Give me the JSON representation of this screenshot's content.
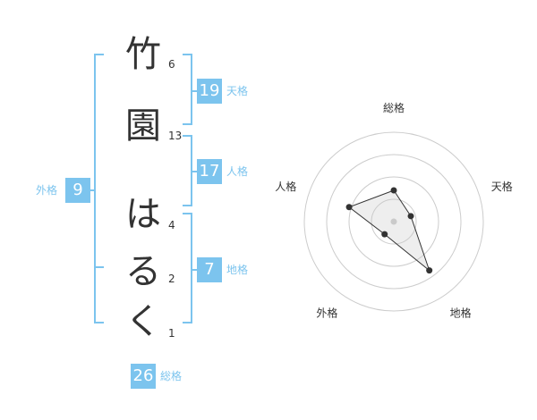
{
  "name": {
    "characters": [
      "竹",
      "園",
      "は",
      "る",
      "く"
    ],
    "strokes": [
      "6",
      "13",
      "4",
      "2",
      "1"
    ]
  },
  "kakusu": {
    "tenkaku": {
      "value": "19",
      "label": "天格"
    },
    "jinkaku": {
      "value": "17",
      "label": "人格"
    },
    "chikaku": {
      "value": "7",
      "label": "地格"
    },
    "gaikaku": {
      "value": "9",
      "label": "外格"
    },
    "soukaku": {
      "value": "26",
      "label": "総格"
    }
  },
  "colors": {
    "accent": "#7cc4ee",
    "text": "#333333",
    "grid": "#cccccc"
  },
  "chart_data": {
    "type": "radar",
    "axes": [
      "総格",
      "天格",
      "地格",
      "外格",
      "人格"
    ],
    "scale": {
      "min": 0,
      "max": 4,
      "rings": 4
    },
    "values": [
      1.4,
      0.8,
      2.7,
      0.7,
      2.1
    ]
  }
}
